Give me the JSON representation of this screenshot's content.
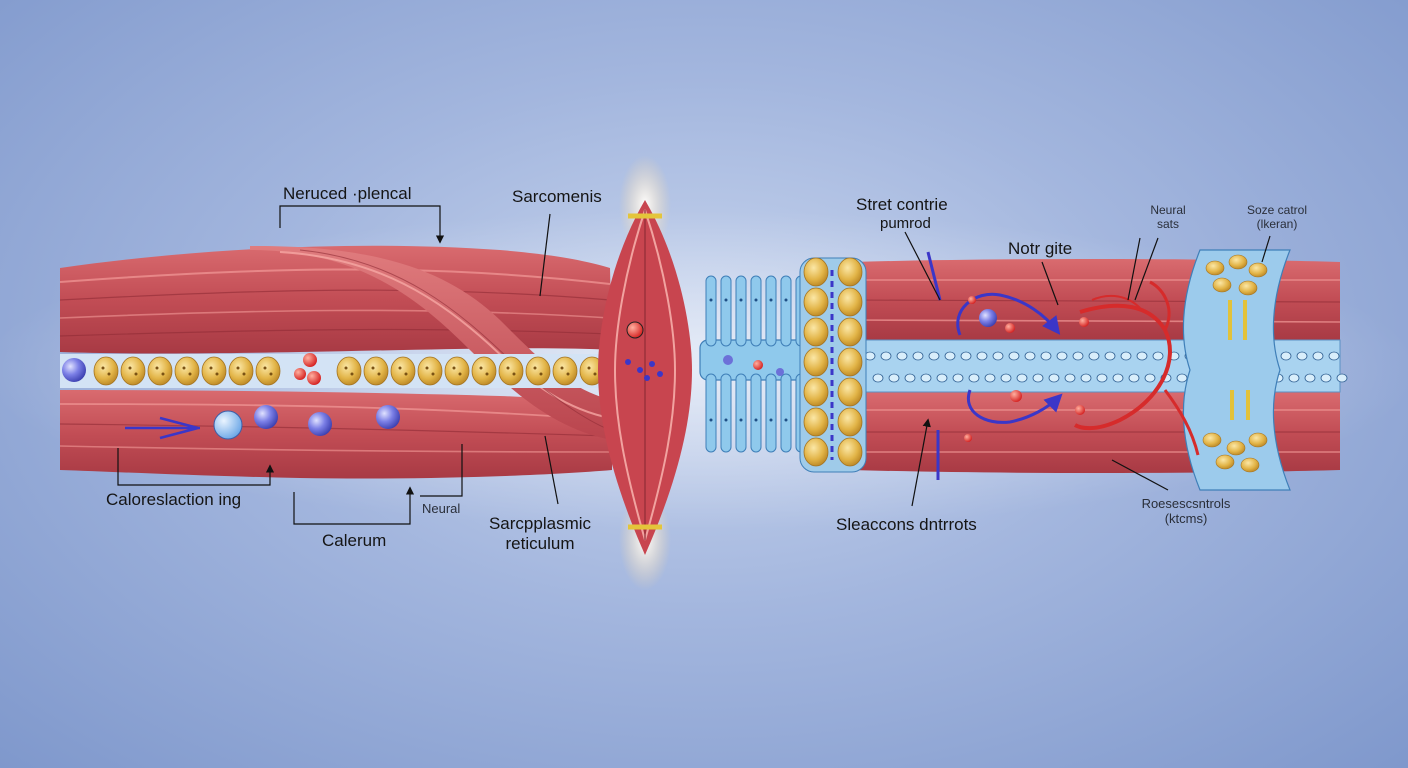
{
  "labels": {
    "neruced_plencal": "Neruced ·plencal",
    "sarcomenis": "Sarcomenis",
    "stret_contrie": "Stret contrie",
    "pumrod": "pumrod",
    "notr_gite": "Notr gite",
    "neural_sats_1": "Neural",
    "neural_sats_2": "sats",
    "soze_catrol_1": "Soze catrol",
    "soze_catrol_2": "(lkeran)",
    "caloreslaction": "Caloreslaction ing",
    "calerum": "Calerum",
    "neural": "Neural",
    "sarcoplasmic_1": "Sarcpplasmic",
    "sarcoplasmic_2": "reticulum",
    "sleaccons": "Sleaccons dntrrots",
    "roeses_1": "Roesescsntrols",
    "roeses_2": "(ktcms)"
  },
  "colors": {
    "muscle": "#c9545a",
    "muscle_light": "#e48a8a",
    "tubule": "#8ec6ea",
    "granule": "#e1b446",
    "ion_blue": "#6c70d8",
    "ion_red": "#e02828",
    "arrow_blue": "#3b36c8",
    "vessel": "#d62b2b"
  },
  "icons": {
    "calcium_ion": "blue-sphere",
    "granule": "yellow-granule",
    "arrow": "line-arrow"
  }
}
